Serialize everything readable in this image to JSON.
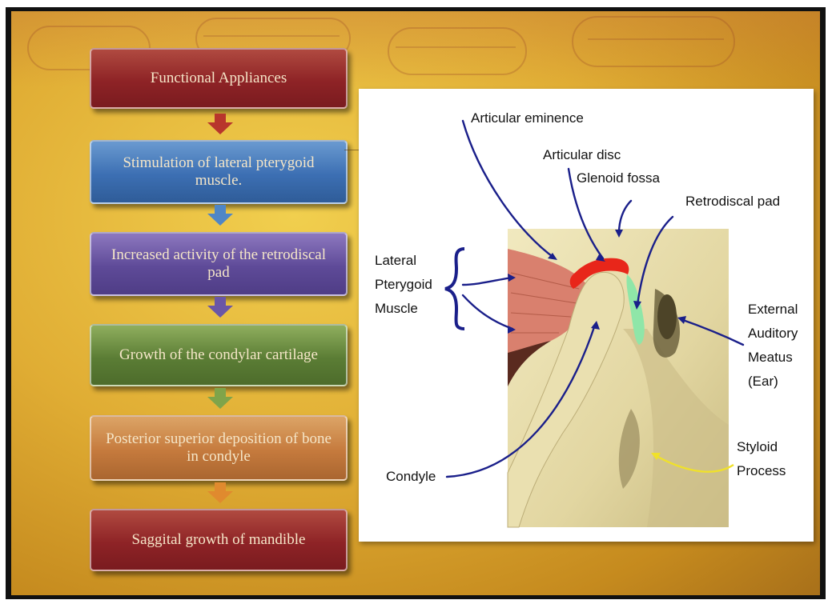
{
  "flowchart": {
    "steps": [
      {
        "label": "Functional Appliances",
        "color": "#8e2326"
      },
      {
        "label": "Stimulation of lateral pterygoid muscle.",
        "color": "#3c6fb3"
      },
      {
        "label": "Increased activity of the retrodiscal pad",
        "color": "#5e4a98"
      },
      {
        "label": "Growth of the condylar cartilage",
        "color": "#5b7d35"
      },
      {
        "label": "Posterior superior deposition of bone in condyle",
        "color": "#c57a3d"
      },
      {
        "label": "Saggital growth of mandible",
        "color": "#8e2326"
      }
    ],
    "arrow_colors": [
      "#b8352c",
      "#4f86c6",
      "#6a56a6",
      "#7fa44a",
      "#e08a2e"
    ]
  },
  "anatomy": {
    "labels": {
      "articular_eminence": "Articular eminence",
      "articular_disc": "Articular disc",
      "glenoid_fossa": "Glenoid fossa",
      "retrodiscal_pad": "Retrodiscal pad",
      "lateral_pterygoid": [
        "Lateral",
        "Pterygoid",
        "Muscle"
      ],
      "external_auditory": [
        "External",
        "Auditory",
        "Meatus",
        "(Ear)"
      ],
      "styloid": [
        "Styloid",
        "Process"
      ],
      "condyle": "Condyle"
    },
    "colors": {
      "disc": "#e8261a",
      "retrodiscal_pad": "#8fe6a8",
      "muscle": "#d9806e",
      "bone": "#ece3b3",
      "pointer": "#1a1f8a",
      "styloid_pointer": "#f0e12a"
    }
  }
}
